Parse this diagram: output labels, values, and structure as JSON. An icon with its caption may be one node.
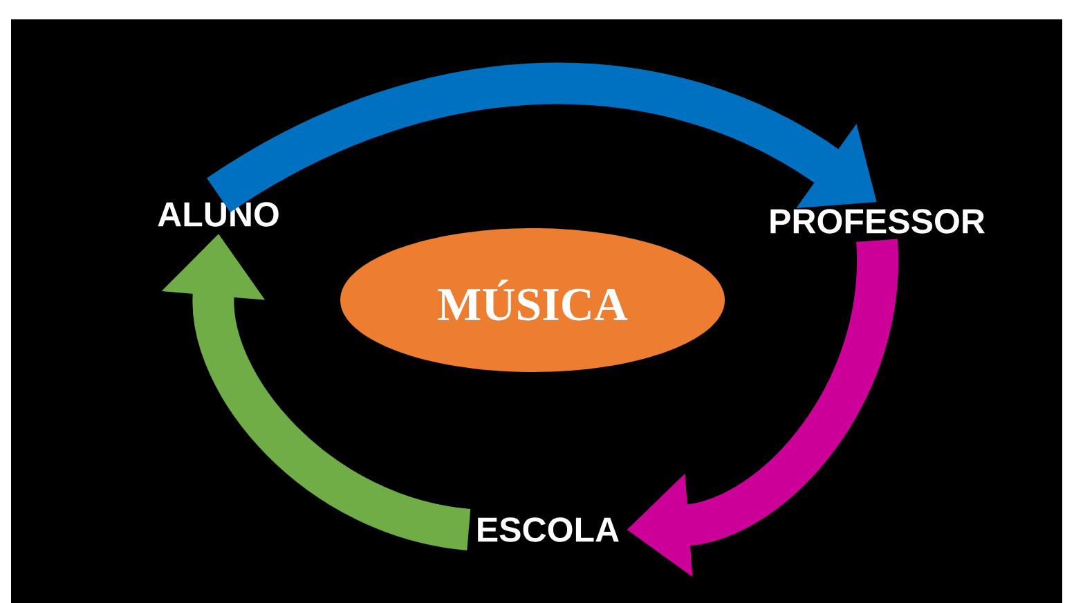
{
  "diagram": {
    "nodes": [
      {
        "text": [
          "ALUNO"
        ]
      },
      {
        "text": [
          "PROFESSOR"
        ]
      },
      {
        "text": [
          "MÚSICA"
        ]
      },
      {
        "text": [
          "ESCOLA"
        ]
      }
    ],
    "edges": [
      {
        "from": 0,
        "to": 1,
        "arrow": "to",
        "color": "#0070c0"
      },
      {
        "from": 1,
        "to": 3,
        "arrow": "to",
        "color": "#cc0099"
      },
      {
        "from": 3,
        "to": 0,
        "arrow": "to",
        "color": "#70ad47"
      }
    ]
  }
}
